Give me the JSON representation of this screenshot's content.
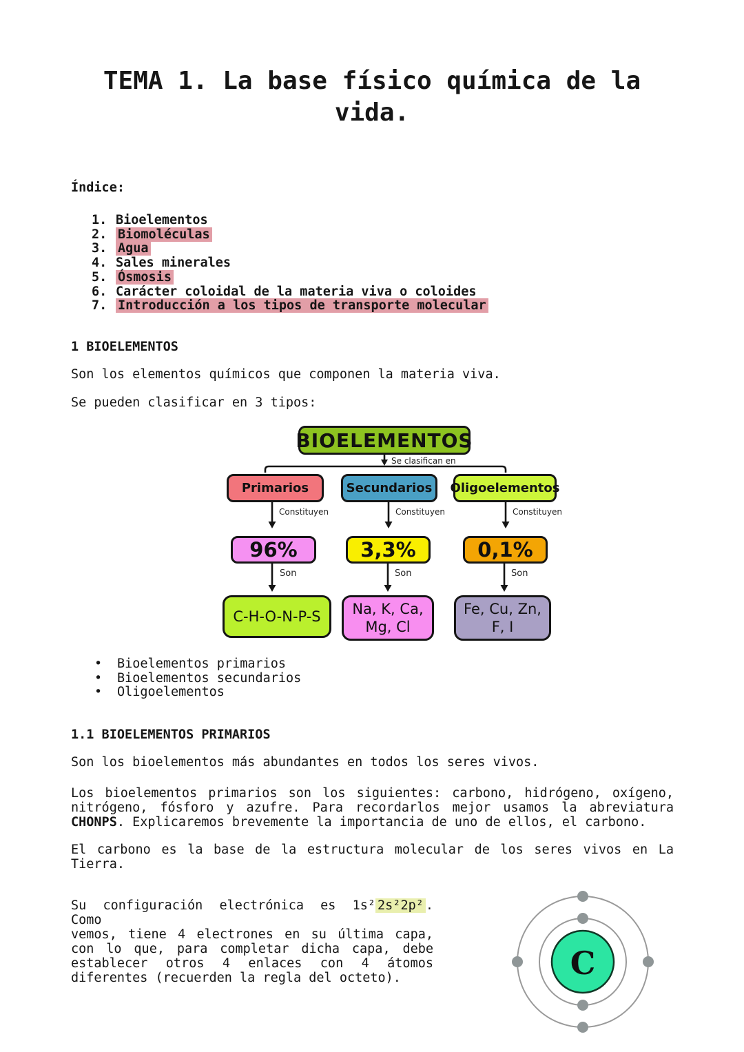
{
  "page": {
    "title": "TEMA 1. La base físico química de la vida.",
    "colors": {
      "highlight_pink": "#e29ea7",
      "highlight_yellow": "#e9efae"
    },
    "indice_label": "Índice:",
    "bullet_glyph": "•",
    "index_items": [
      {
        "num": "1.",
        "text": "Bioelementos",
        "highlight": false
      },
      {
        "num": "2.",
        "text": "Biomoléculas",
        "highlight": true
      },
      {
        "num": "3.",
        "text": "Agua",
        "highlight": true
      },
      {
        "num": "4.",
        "text": "Sales minerales",
        "highlight": false
      },
      {
        "num": "5.",
        "text": "Ósmosis",
        "highlight": true
      },
      {
        "num": "6.",
        "text": "Carácter coloidal de la materia viva o coloides",
        "highlight": false
      },
      {
        "num": "7.",
        "text": "Introducción a los tipos de transporte molecular",
        "highlight": true
      }
    ],
    "section1": {
      "heading": "1 BIOELEMENTOS",
      "para1": "Son los elementos químicos que componen la materia viva.",
      "para2": "Se pueden clasificar en 3 tipos:"
    },
    "bullet_items": [
      "Bioelementos primarios",
      "Bioelementos secundarios",
      "Oligoelementos"
    ],
    "section11": {
      "heading": "1.1 BIOELEMENTOS PRIMARIOS",
      "para1": "Son los bioelementos más abundantes en todos los seres vivos.",
      "para2_line1": "Los bioelementos primarios son los siguientes: carbono, hidrógeno, oxígeno,",
      "para2_line2": "nitrógeno, fósforo y azufre. Para recordarlos mejor usamos la abreviatura",
      "para2_line3_bold": "CHONPS",
      "para2_line3_rest": ". Explicaremos brevemente la importancia de uno de ellos, el carbono.",
      "para3_line1": "El carbono es la base de la estructura molecular de los seres vivos en La",
      "para3_line2": "Tierra.",
      "para4_line1_pre": "Su configuración electrónica es 1s²",
      "para4_line1_hl": "2s²2p²",
      "para4_line1_post": ". Como",
      "para4_line2": "vemos, tiene 4 electrones en su última capa,",
      "para4_line3": "con lo que, para completar dicha capa, debe",
      "para4_line4": "establecer otros 4 enlaces con 4 átomos",
      "para4_line5": "diferentes (recuerden la regla del octeto)."
    }
  },
  "diagram": {
    "root_label": "BIOELEMENTOS",
    "branch_label": "Se clasifican en",
    "arrow_label_constituyen": "Constituyen",
    "arrow_label_son": "Son",
    "columns": [
      {
        "name": "Primarios",
        "percent": "96%",
        "elements_line1": "C-H-O-N-P-S",
        "elements_line2": ""
      },
      {
        "name": "Secundarios",
        "percent": "3,3%",
        "elements_line1": "Na, K, Ca,",
        "elements_line2": "Mg, Cl"
      },
      {
        "name": "Oligoelementos",
        "percent": "0,1%",
        "elements_line1": "Fe, Cu, Zn,",
        "elements_line2": "F, I"
      }
    ],
    "colors": {
      "root": "#8dc320",
      "name_primarios": "#f2757c",
      "name_secundarios": "#4aa0c5",
      "name_oligoelementos": "#cdf53a",
      "pct_primarios": "#f591f2",
      "pct_secundarios": "#f9ee00",
      "pct_oligoelementos": "#f3a504",
      "el_primarios": "#baf02d",
      "el_secundarios": "#f88ef0",
      "el_oligoelementos": "#a9a0c5"
    }
  },
  "atom": {
    "symbol": "C",
    "nucleus_color": "#2ce5a2",
    "nucleus_border": "#103826",
    "orbit_color": "#9a9a9a",
    "electron_color": "#8f9697"
  }
}
